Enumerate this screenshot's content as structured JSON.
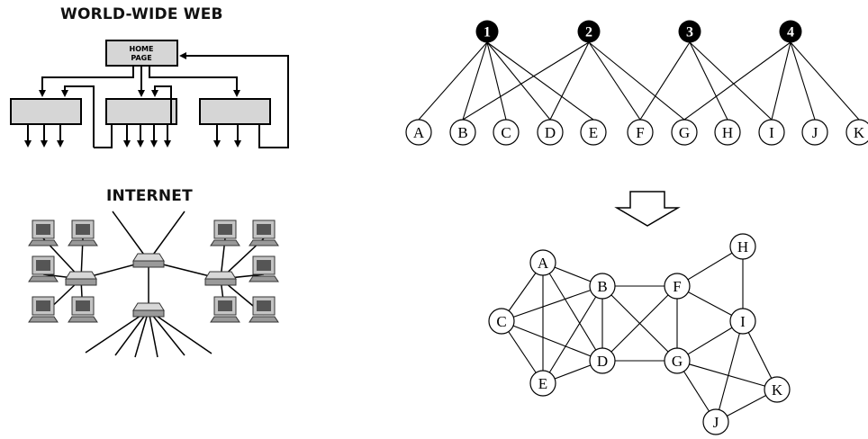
{
  "left": {
    "www_title": "WORLD-WIDE WEB",
    "home_page_label": [
      "HOME",
      "PAGE"
    ],
    "internet_title": "INTERNET"
  },
  "bipartite": {
    "top_nodes": [
      "1",
      "2",
      "3",
      "4"
    ],
    "bottom_nodes": [
      "A",
      "B",
      "C",
      "D",
      "E",
      "F",
      "G",
      "H",
      "I",
      "J",
      "K"
    ],
    "edges": [
      [
        "1",
        "A"
      ],
      [
        "1",
        "B"
      ],
      [
        "1",
        "C"
      ],
      [
        "1",
        "D"
      ],
      [
        "1",
        "E"
      ],
      [
        "2",
        "B"
      ],
      [
        "2",
        "D"
      ],
      [
        "2",
        "F"
      ],
      [
        "2",
        "G"
      ],
      [
        "3",
        "F"
      ],
      [
        "3",
        "H"
      ],
      [
        "3",
        "I"
      ],
      [
        "4",
        "G"
      ],
      [
        "4",
        "I"
      ],
      [
        "4",
        "J"
      ],
      [
        "4",
        "K"
      ]
    ]
  },
  "projection": {
    "nodes": [
      "A",
      "B",
      "C",
      "D",
      "E",
      "F",
      "G",
      "H",
      "I",
      "J",
      "K"
    ],
    "edges": [
      [
        "A",
        "B"
      ],
      [
        "A",
        "C"
      ],
      [
        "A",
        "D"
      ],
      [
        "A",
        "E"
      ],
      [
        "B",
        "C"
      ],
      [
        "B",
        "D"
      ],
      [
        "B",
        "E"
      ],
      [
        "B",
        "F"
      ],
      [
        "B",
        "G"
      ],
      [
        "C",
        "D"
      ],
      [
        "C",
        "E"
      ],
      [
        "D",
        "E"
      ],
      [
        "D",
        "F"
      ],
      [
        "D",
        "G"
      ],
      [
        "F",
        "G"
      ],
      [
        "F",
        "H"
      ],
      [
        "F",
        "I"
      ],
      [
        "H",
        "I"
      ],
      [
        "G",
        "I"
      ],
      [
        "G",
        "J"
      ],
      [
        "G",
        "K"
      ],
      [
        "I",
        "J"
      ],
      [
        "I",
        "K"
      ],
      [
        "J",
        "K"
      ]
    ]
  },
  "colors": {
    "stroke": "#000000",
    "box_fill": "#d6d6d6",
    "device_fill": "#b8b8b8"
  }
}
